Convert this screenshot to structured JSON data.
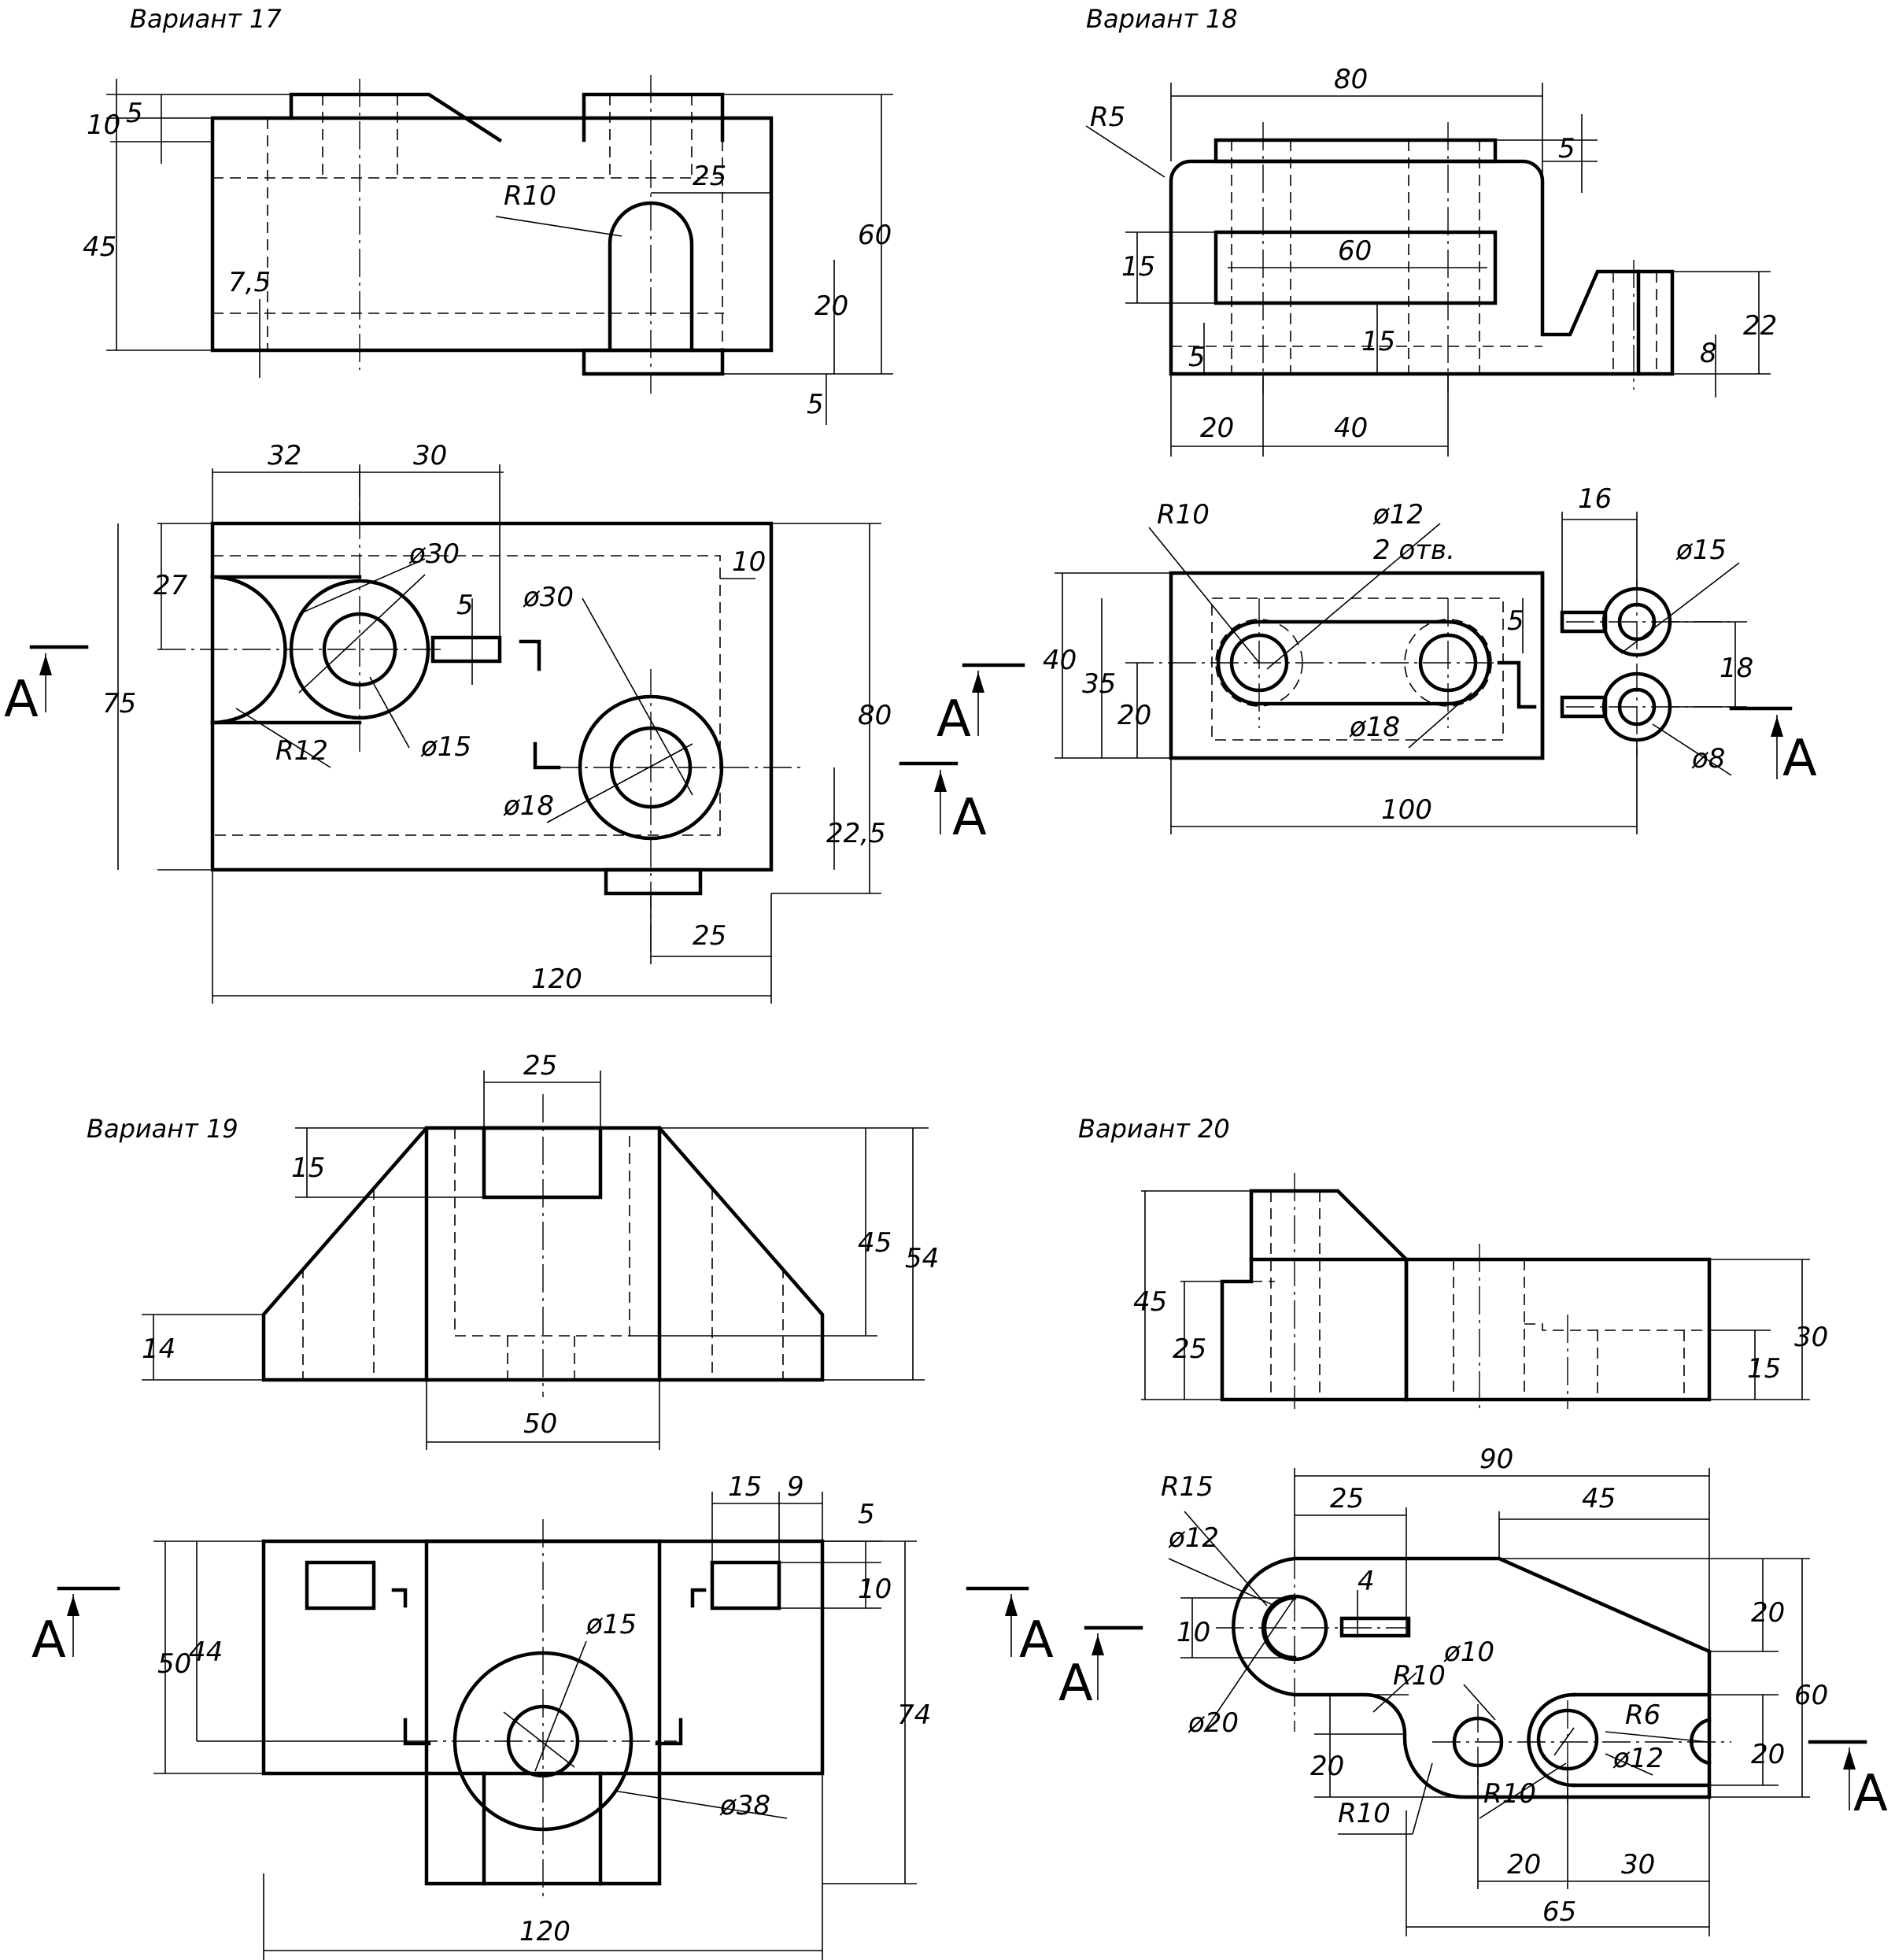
{
  "titles": {
    "v17": "Вариант 17",
    "v18": "Вариант 18",
    "v19": "Вариант 19",
    "v20": "Вариант 20"
  },
  "section_label": "A",
  "v17": {
    "dims": [
      "5",
      "10",
      "45",
      "60",
      "7,5",
      "R10",
      "25",
      "20",
      "5",
      "32",
      "30",
      "ø30",
      "10",
      "27",
      "5",
      "ø30",
      "75",
      "80",
      "R12",
      "ø15",
      "ø18",
      "22,5",
      "25",
      "120"
    ]
  },
  "v18": {
    "dims": [
      "80",
      "R5",
      "5",
      "15",
      "60",
      "15",
      "5",
      "22",
      "8",
      "20",
      "40",
      "R10",
      "ø12",
      "2 отв.",
      "16",
      "ø15",
      "40",
      "35",
      "20",
      "5",
      "18",
      "ø18",
      "ø8",
      "100"
    ]
  },
  "v19": {
    "dims": [
      "25",
      "15",
      "45",
      "54",
      "14",
      "50",
      "15",
      "9",
      "5",
      "10",
      "50",
      "44",
      "ø15",
      "74",
      "ø38",
      "120"
    ]
  },
  "v20": {
    "dims": [
      "45",
      "25",
      "30",
      "15",
      "90",
      "25",
      "45",
      "R15",
      "ø12",
      "4",
      "10",
      "20",
      "R10",
      "ø10",
      "60",
      "R6",
      "ø20",
      "20",
      "ø12",
      "20",
      "R10",
      "R10",
      "20",
      "30",
      "65"
    ]
  }
}
